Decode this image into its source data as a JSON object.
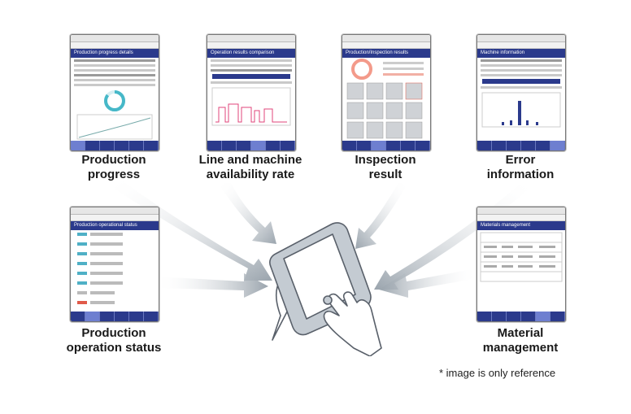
{
  "labels": {
    "production_progress": [
      "Production",
      "progress"
    ],
    "availability_rate": [
      "Line and machine",
      "availability rate"
    ],
    "inspection_result": [
      "Inspection",
      "result"
    ],
    "error_information": [
      "Error",
      "information"
    ],
    "operation_status": [
      "Production",
      "operation status"
    ],
    "material_management": [
      "Material",
      "management"
    ]
  },
  "screens": {
    "production_progress": "Production progress details",
    "availability_rate": "Operation results comparison",
    "inspection_result": "Production/Inspection results",
    "error_information": "Machine information",
    "operation_status": "Production operational status",
    "material_management": "Materials management"
  },
  "footnote": "* image is only reference",
  "colors": {
    "screen_header": "#2b3a8c",
    "arrow": "#b9c1c8",
    "hand_outline": "#59606a",
    "tablet_fill": "#c4cbd2"
  }
}
